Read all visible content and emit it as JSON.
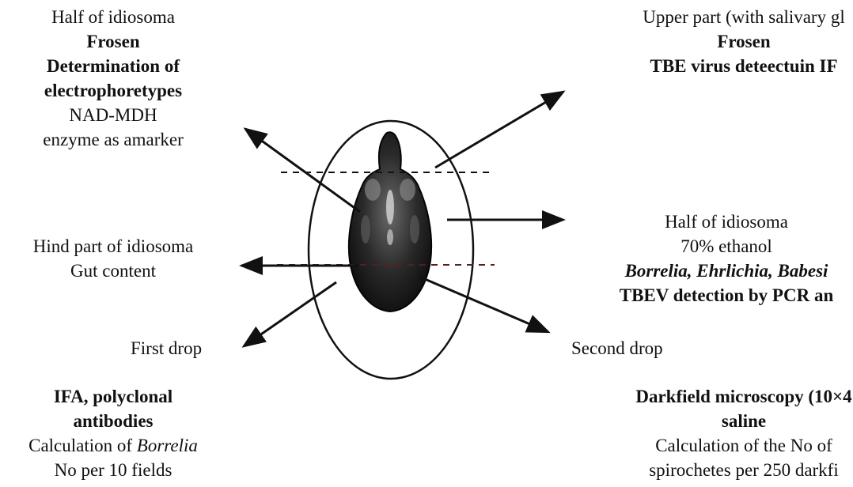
{
  "top_left": {
    "line1": "Half of idiosoma",
    "line2": "Frosen",
    "line3": "Determination of",
    "line4": "electrophoretypes",
    "line5": "NAD-MDH",
    "line6": "enzyme as amarker"
  },
  "top_right": {
    "line1": "Upper part (with salivary gl",
    "line2": "Frosen",
    "line3": "TBE virus deteectuin IF"
  },
  "mid_left": {
    "line1": "Hind part of idiosoma",
    "line2": "Gut content"
  },
  "mid_right": {
    "line1": "Half of idiosoma",
    "line2": "70% ethanol",
    "line3": "Borrelia, Ehrlichia, Babesi",
    "line4": "TBEV detection by PCR an"
  },
  "first_drop": {
    "label": "First drop",
    "line1": "IFA, polyclonal",
    "line2": "antibodies",
    "line3_prefix": "Calculation of ",
    "line3_italic": "Borrelia",
    "line4": "No per 10 fields"
  },
  "second_drop": {
    "label": "Second drop",
    "line1": "Darkfield microscopy (10×4",
    "line2": "saline",
    "line3": "Calculation of the No of",
    "line4": "spirochetes per 250 darkfi"
  },
  "colors": {
    "ink": "#111111",
    "tick_body": "#2a2a2a",
    "tick_highlight": "#cfcfcf"
  }
}
